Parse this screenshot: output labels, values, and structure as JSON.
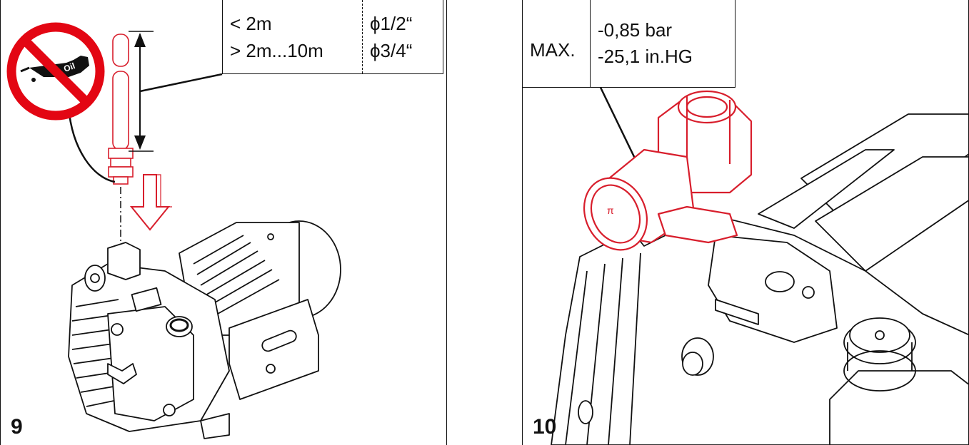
{
  "panel9": {
    "number": "9",
    "oil_sign_text": "Oil",
    "pipe_specs": {
      "lengths": [
        "< 2m",
        "> 2m...10m"
      ],
      "diameters": [
        "ϕ1/2“",
        "ϕ3/4“"
      ]
    }
  },
  "panel10": {
    "number": "10",
    "max_label": "MAX.",
    "vacuum_values": [
      "-0,85 bar",
      "-25,1 in.HG"
    ]
  },
  "colors": {
    "prohibition_red": "#e30613",
    "highlight_red": "#d81e2c",
    "line": "#111111"
  }
}
